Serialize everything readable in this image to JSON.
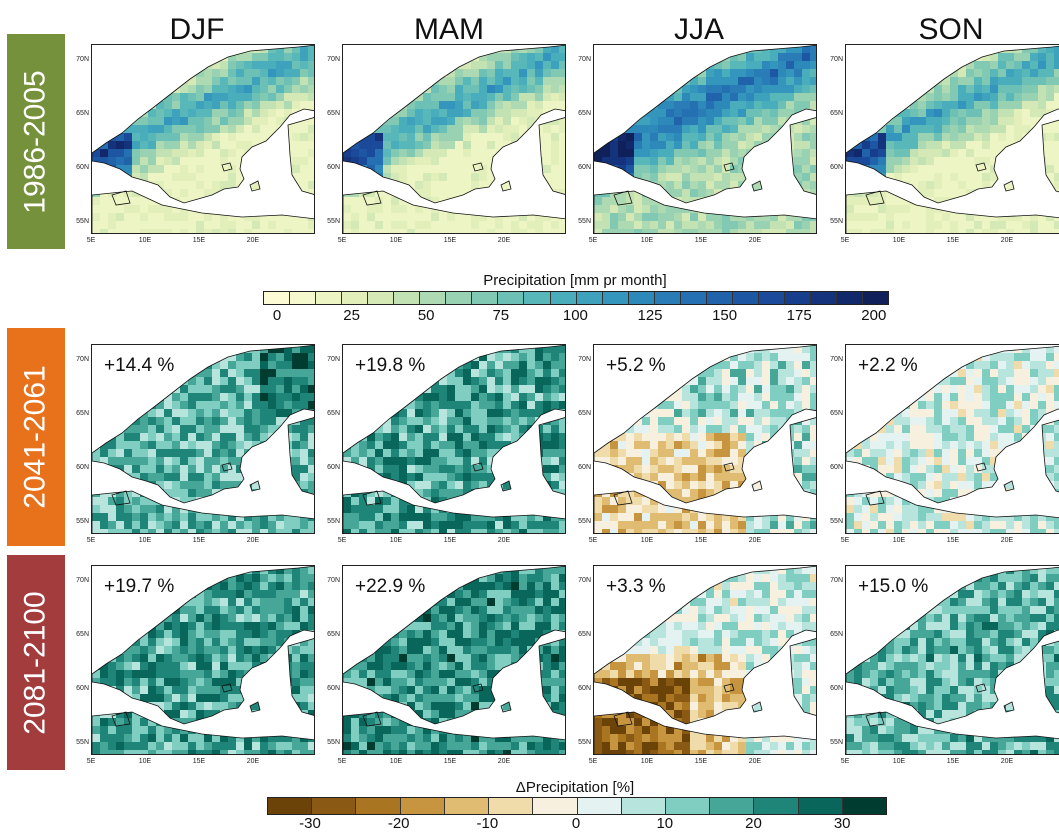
{
  "seasons": [
    "DJF",
    "MAM",
    "JJA",
    "SON"
  ],
  "periods": [
    {
      "label": "1986-2005",
      "color": "#76913b"
    },
    {
      "label": "2041-2061",
      "color": "#e8711b"
    },
    {
      "label": "2081-2100",
      "color": "#a33c3c"
    }
  ],
  "lat_ticks": [
    "70N",
    "65N",
    "60N",
    "55N"
  ],
  "lon_ticks": [
    "5E",
    "10E",
    "15E",
    "20E"
  ],
  "annotations": {
    "row2": [
      "+14.4 %",
      "+19.8 %",
      "+5.2 %",
      "+2.2 %"
    ],
    "row3": [
      "+19.7 %",
      "+22.9 %",
      "+3.3 %",
      "+15.0 %"
    ]
  },
  "colorbar_precip": {
    "title": "Precipitation [mm pr month]",
    "ticks": [
      "0",
      "25",
      "50",
      "75",
      "100",
      "125",
      "150",
      "175",
      "200"
    ],
    "colors": [
      "#fdfbd6",
      "#f6f9cd",
      "#eef5c4",
      "#e2efbb",
      "#d4e9b6",
      "#c2e2b4",
      "#aedab3",
      "#98d2b3",
      "#82c9b3",
      "#6cc0b6",
      "#58b7b8",
      "#4aadbb",
      "#3ea2bd",
      "#3596bd",
      "#2e89bb",
      "#2a7cb7",
      "#2570b2",
      "#2163ab",
      "#1d56a3",
      "#1a4a99",
      "#173e8c",
      "#14337c",
      "#11296b",
      "#0f205a"
    ]
  },
  "colorbar_delta": {
    "title": "ΔPrecipitation [%]",
    "ticks": [
      "-30",
      "-20",
      "-10",
      "0",
      "10",
      "20",
      "30"
    ],
    "colors": [
      "#6b4309",
      "#8a5a14",
      "#a97521",
      "#c7953f",
      "#dfbc72",
      "#f0dcaa",
      "#f7f0de",
      "#e4f3f1",
      "#b7e5dd",
      "#80cdc1",
      "#46a698",
      "#1f8579",
      "#08665b",
      "#003d30"
    ]
  }
}
